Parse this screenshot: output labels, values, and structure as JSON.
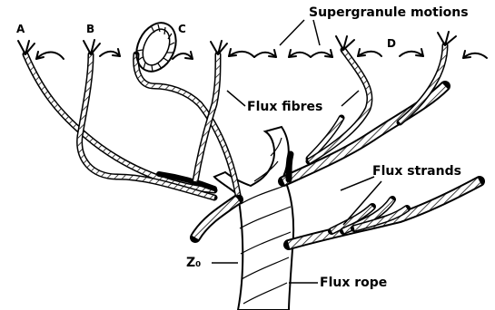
{
  "diagram": {
    "labels": {
      "supergranule_motions": "Supergranule motions",
      "flux_fibres": "Flux fibres",
      "flux_strands": "Flux strands",
      "flux_rope": "Flux rope",
      "z0": "Z₀",
      "cell_a": "A",
      "cell_b": "B",
      "cell_c": "C",
      "cell_d": "D"
    },
    "colors": {
      "ink": "#000000",
      "background": "#ffffff"
    }
  }
}
